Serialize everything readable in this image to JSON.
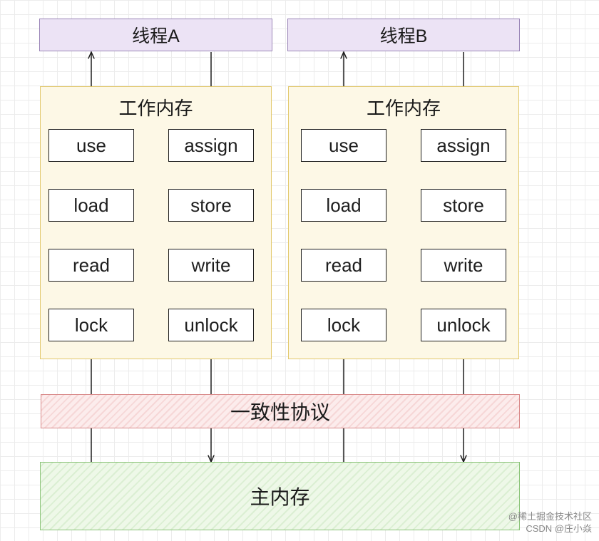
{
  "threads": [
    {
      "title": "线程A",
      "working_memory": "工作内存",
      "read_side": [
        "use",
        "load",
        "read",
        "lock"
      ],
      "write_side": [
        "assign",
        "store",
        "write",
        "unlock"
      ]
    },
    {
      "title": "线程B",
      "working_memory": "工作内存",
      "read_side": [
        "use",
        "load",
        "read",
        "lock"
      ],
      "write_side": [
        "assign",
        "store",
        "write",
        "unlock"
      ]
    }
  ],
  "protocol": "一致性协议",
  "main_memory": "主内存",
  "watermark": {
    "line1": "@稀土掘金技术社区",
    "line2": "CSDN @庄小焱"
  }
}
